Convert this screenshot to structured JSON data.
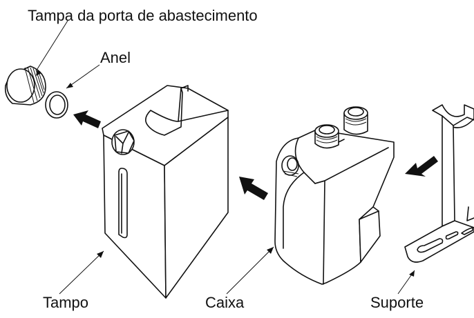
{
  "labels": {
    "fill_port_cap": "Tampa da porta de abastecimento",
    "ring": "Anel",
    "lid": "Tampo",
    "case": "Caixa",
    "bracket": "Suporte"
  },
  "icons": {
    "assembly_arrow": "arrow-icon"
  },
  "colors": {
    "line": "#111111",
    "background": "#ffffff"
  }
}
